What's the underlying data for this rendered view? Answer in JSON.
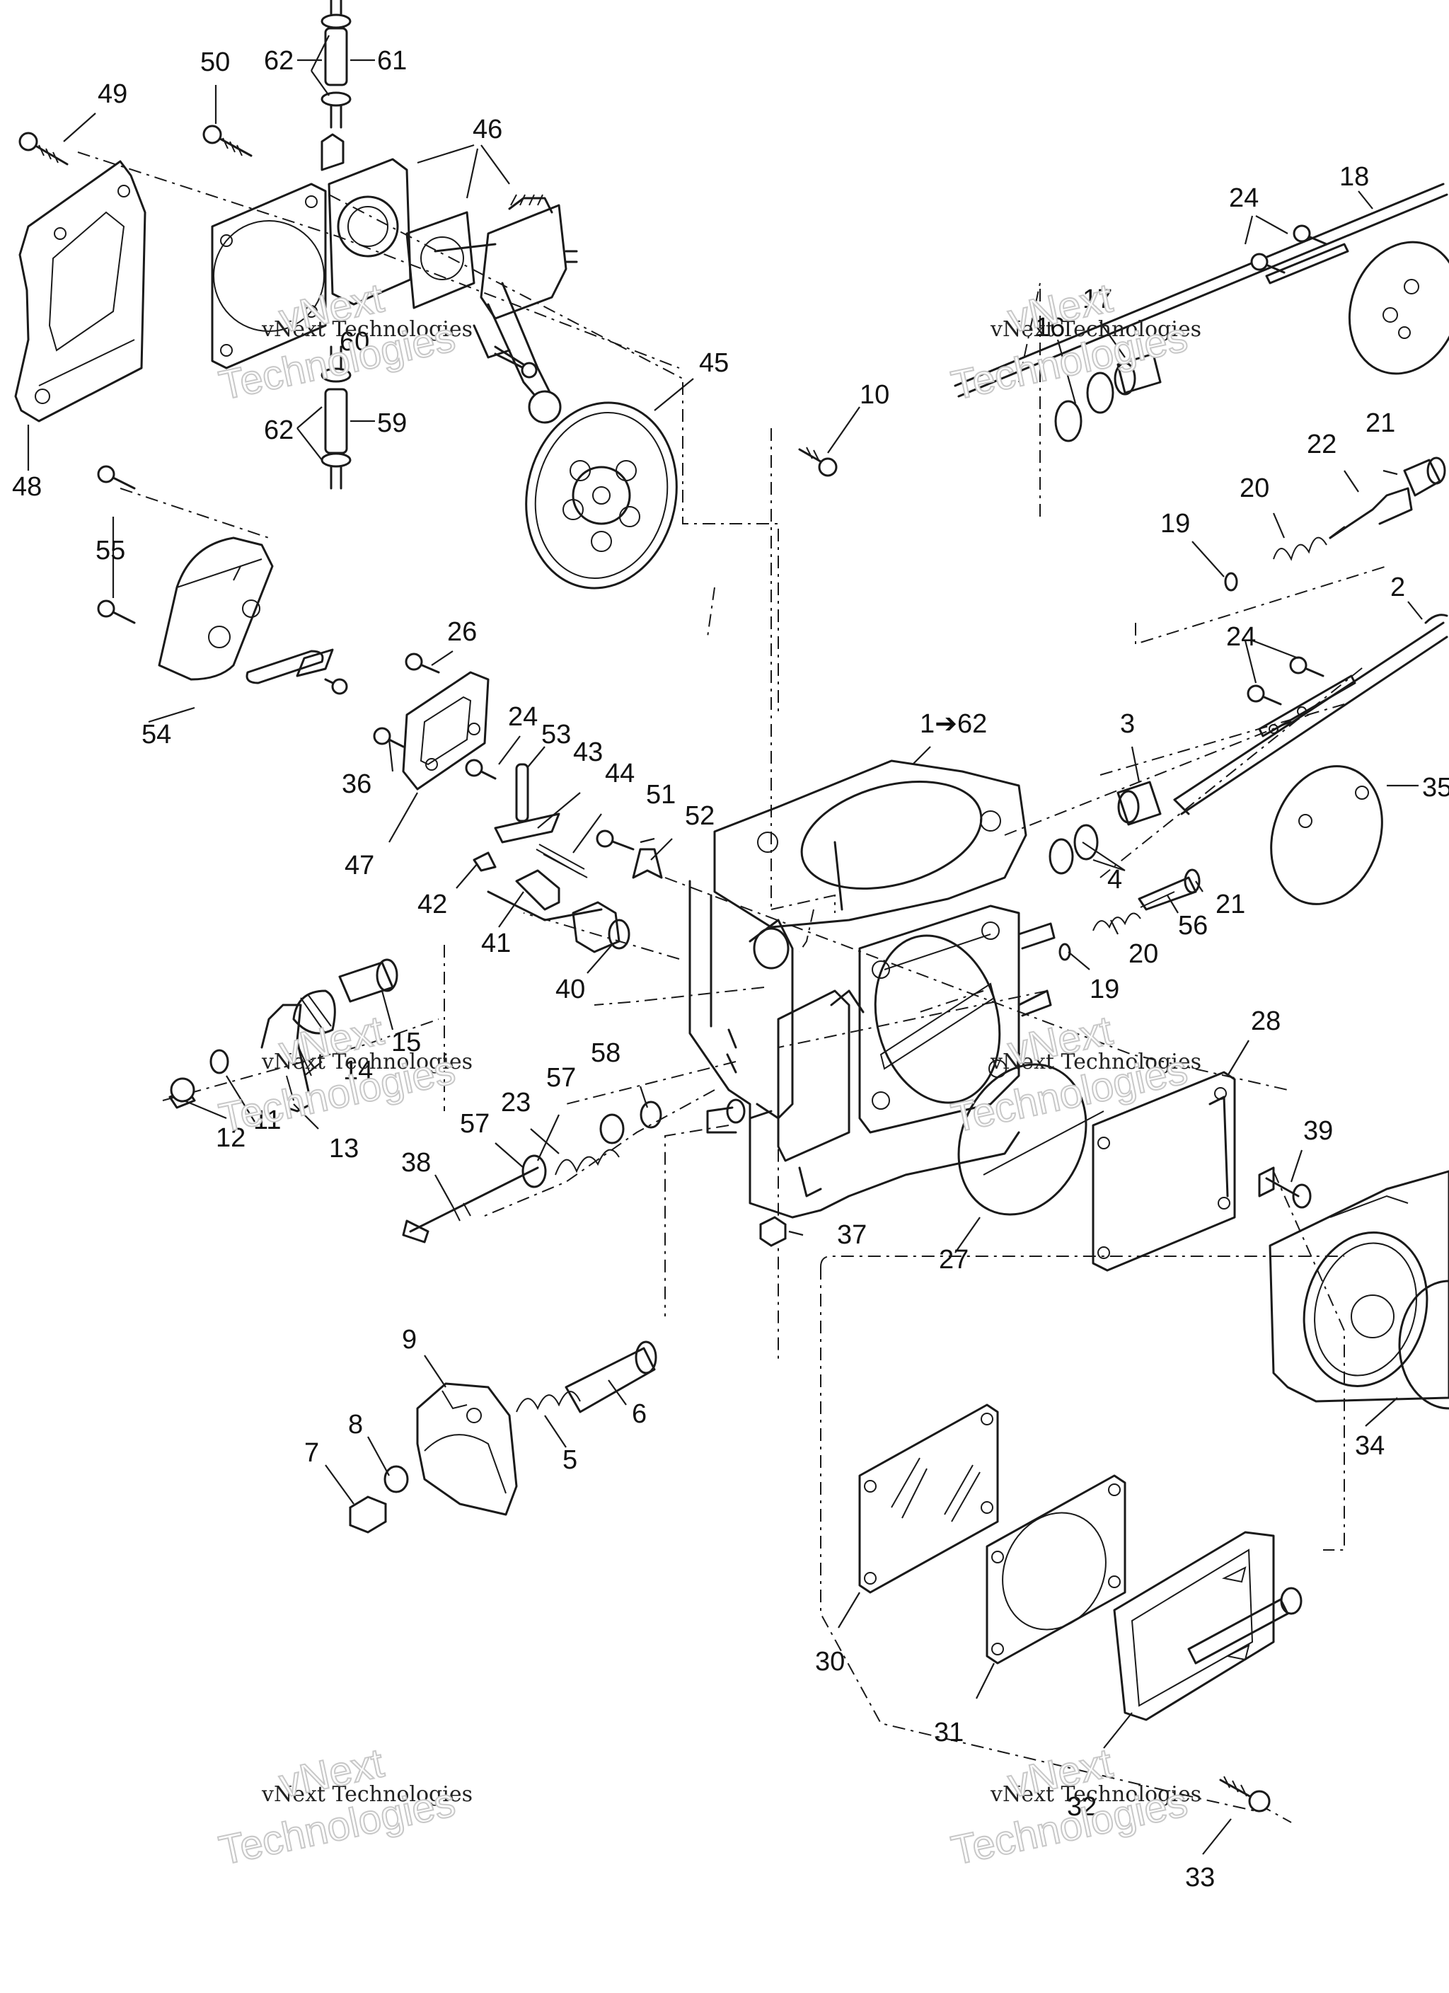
{
  "watermark": {
    "line1": "vNext Technologies",
    "line2a": "vNext",
    "line2b": "Technologies"
  },
  "callouts": [
    {
      "id": "c49",
      "text": "49"
    },
    {
      "id": "c50",
      "text": "50"
    },
    {
      "id": "c62a",
      "text": "62"
    },
    {
      "id": "c61",
      "text": "61"
    },
    {
      "id": "c46",
      "text": "46"
    },
    {
      "id": "c24a",
      "text": "24"
    },
    {
      "id": "c18",
      "text": "18"
    },
    {
      "id": "c17",
      "text": "17"
    },
    {
      "id": "c16",
      "text": "16"
    },
    {
      "id": "c60",
      "text": "60"
    },
    {
      "id": "c45",
      "text": "45"
    },
    {
      "id": "c62b",
      "text": "62"
    },
    {
      "id": "c59",
      "text": "59"
    },
    {
      "id": "c48",
      "text": "48"
    },
    {
      "id": "c10",
      "text": "10"
    },
    {
      "id": "c22",
      "text": "22"
    },
    {
      "id": "c21a",
      "text": "21"
    },
    {
      "id": "c20a",
      "text": "20"
    },
    {
      "id": "c19a",
      "text": "19"
    },
    {
      "id": "c55",
      "text": "55"
    },
    {
      "id": "c2",
      "text": "2"
    },
    {
      "id": "c26",
      "text": "26"
    },
    {
      "id": "c24b",
      "text": "24"
    },
    {
      "id": "c54",
      "text": "54"
    },
    {
      "id": "c24c",
      "text": "24"
    },
    {
      "id": "c53",
      "text": "53"
    },
    {
      "id": "c1-62",
      "text": "1➔62"
    },
    {
      "id": "c3",
      "text": "3"
    },
    {
      "id": "c35",
      "text": "35"
    },
    {
      "id": "c36",
      "text": "36"
    },
    {
      "id": "c43",
      "text": "43"
    },
    {
      "id": "c44",
      "text": "44"
    },
    {
      "id": "c51",
      "text": "51"
    },
    {
      "id": "c52",
      "text": "52"
    },
    {
      "id": "c47",
      "text": "47"
    },
    {
      "id": "c4",
      "text": "4"
    },
    {
      "id": "c21b",
      "text": "21"
    },
    {
      "id": "c42",
      "text": "42"
    },
    {
      "id": "c56",
      "text": "56"
    },
    {
      "id": "c41",
      "text": "41"
    },
    {
      "id": "c20b",
      "text": "20"
    },
    {
      "id": "c40",
      "text": "40"
    },
    {
      "id": "c19b",
      "text": "19"
    },
    {
      "id": "c15",
      "text": "15"
    },
    {
      "id": "c14",
      "text": "14"
    },
    {
      "id": "c58",
      "text": "58"
    },
    {
      "id": "c28",
      "text": "28"
    },
    {
      "id": "c57a",
      "text": "57"
    },
    {
      "id": "c11",
      "text": "11"
    },
    {
      "id": "c12",
      "text": "12"
    },
    {
      "id": "c13",
      "text": "13"
    },
    {
      "id": "c23",
      "text": "23"
    },
    {
      "id": "c57b",
      "text": "57"
    },
    {
      "id": "c39",
      "text": "39"
    },
    {
      "id": "c38",
      "text": "38"
    },
    {
      "id": "c37",
      "text": "37"
    },
    {
      "id": "c27",
      "text": "27"
    },
    {
      "id": "c9",
      "text": "9"
    },
    {
      "id": "c6",
      "text": "6"
    },
    {
      "id": "c34",
      "text": "34"
    },
    {
      "id": "c8",
      "text": "8"
    },
    {
      "id": "c7",
      "text": "7"
    },
    {
      "id": "c5",
      "text": "5"
    },
    {
      "id": "c30",
      "text": "30"
    },
    {
      "id": "c31",
      "text": "31"
    },
    {
      "id": "c32",
      "text": "32"
    },
    {
      "id": "c33",
      "text": "33"
    }
  ]
}
